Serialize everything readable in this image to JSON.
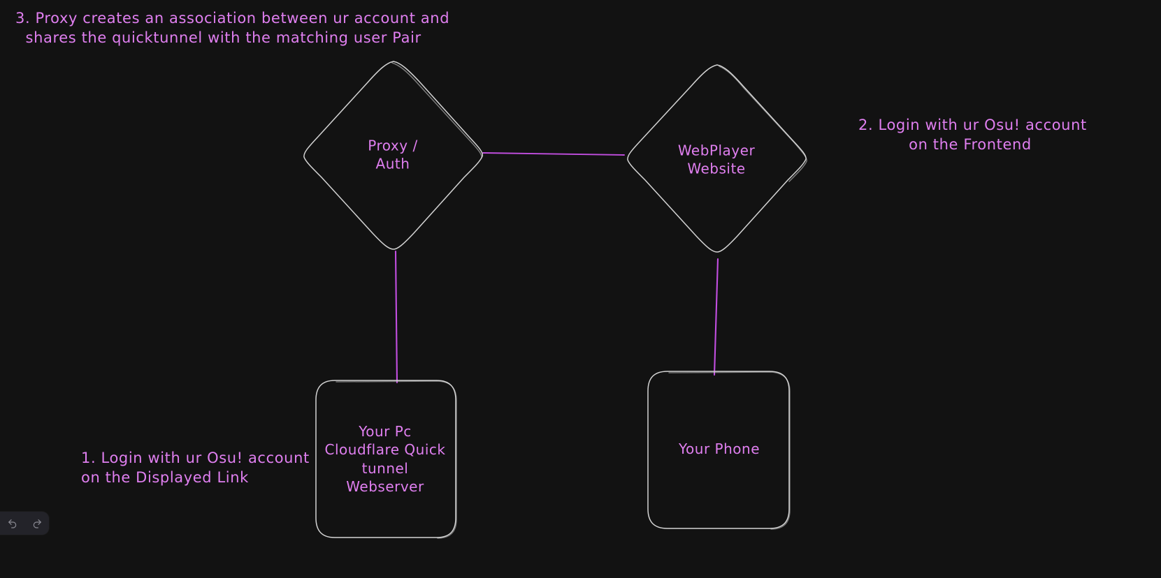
{
  "app": {
    "name": "excalidraw-canvas",
    "background_color": "#121212",
    "stroke_color": "#d4d4d4",
    "accent_color": "#e07ff0",
    "connector_color": "#c24ee0"
  },
  "notes": [
    {
      "id": "step3",
      "lines": [
        "3. Proxy creates an association between ur account and",
        "  shares the quicktunnel with the matching user Pair"
      ],
      "text": "3. Proxy creates an association between ur account and\n  shares the quicktunnel with the matching user Pair"
    },
    {
      "id": "step2",
      "lines": [
        "2. Login with ur Osu! account",
        "on the Frontend"
      ],
      "text": "2. Login with ur Osu! account\non the Frontend"
    },
    {
      "id": "step1",
      "lines": [
        "1. Login with ur Osu! account",
        "on the Displayed Link"
      ],
      "text": "1. Login with ur Osu! account\non the Displayed Link"
    }
  ],
  "nodes": [
    {
      "id": "proxy-auth",
      "shape": "diamond",
      "label_lines": [
        "Proxy /",
        "Auth"
      ],
      "text": "Proxy /\nAuth"
    },
    {
      "id": "webplayer-website",
      "shape": "diamond",
      "label_lines": [
        "WebPlayer",
        "Website"
      ],
      "text": "WebPlayer\nWebsite"
    },
    {
      "id": "your-pc",
      "shape": "rounded-rectangle",
      "label_lines": [
        "Your Pc",
        "Cloudflare Quick",
        "tunnel",
        "Webserver"
      ],
      "text": "Your Pc\nCloudflare Quick\ntunnel\nWebserver"
    },
    {
      "id": "your-phone",
      "shape": "rounded-rectangle",
      "label_lines": [
        "Your Phone"
      ],
      "text": "Your Phone"
    }
  ],
  "connectors": [
    {
      "id": "proxy-to-webplayer",
      "from": "proxy-auth",
      "to": "webplayer-website"
    },
    {
      "id": "proxy-to-pc",
      "from": "proxy-auth",
      "to": "your-pc"
    },
    {
      "id": "webplayer-to-phone",
      "from": "webplayer-website",
      "to": "your-phone"
    }
  ],
  "toolbar": {
    "undo_label": "Undo",
    "redo_label": "Redo"
  }
}
